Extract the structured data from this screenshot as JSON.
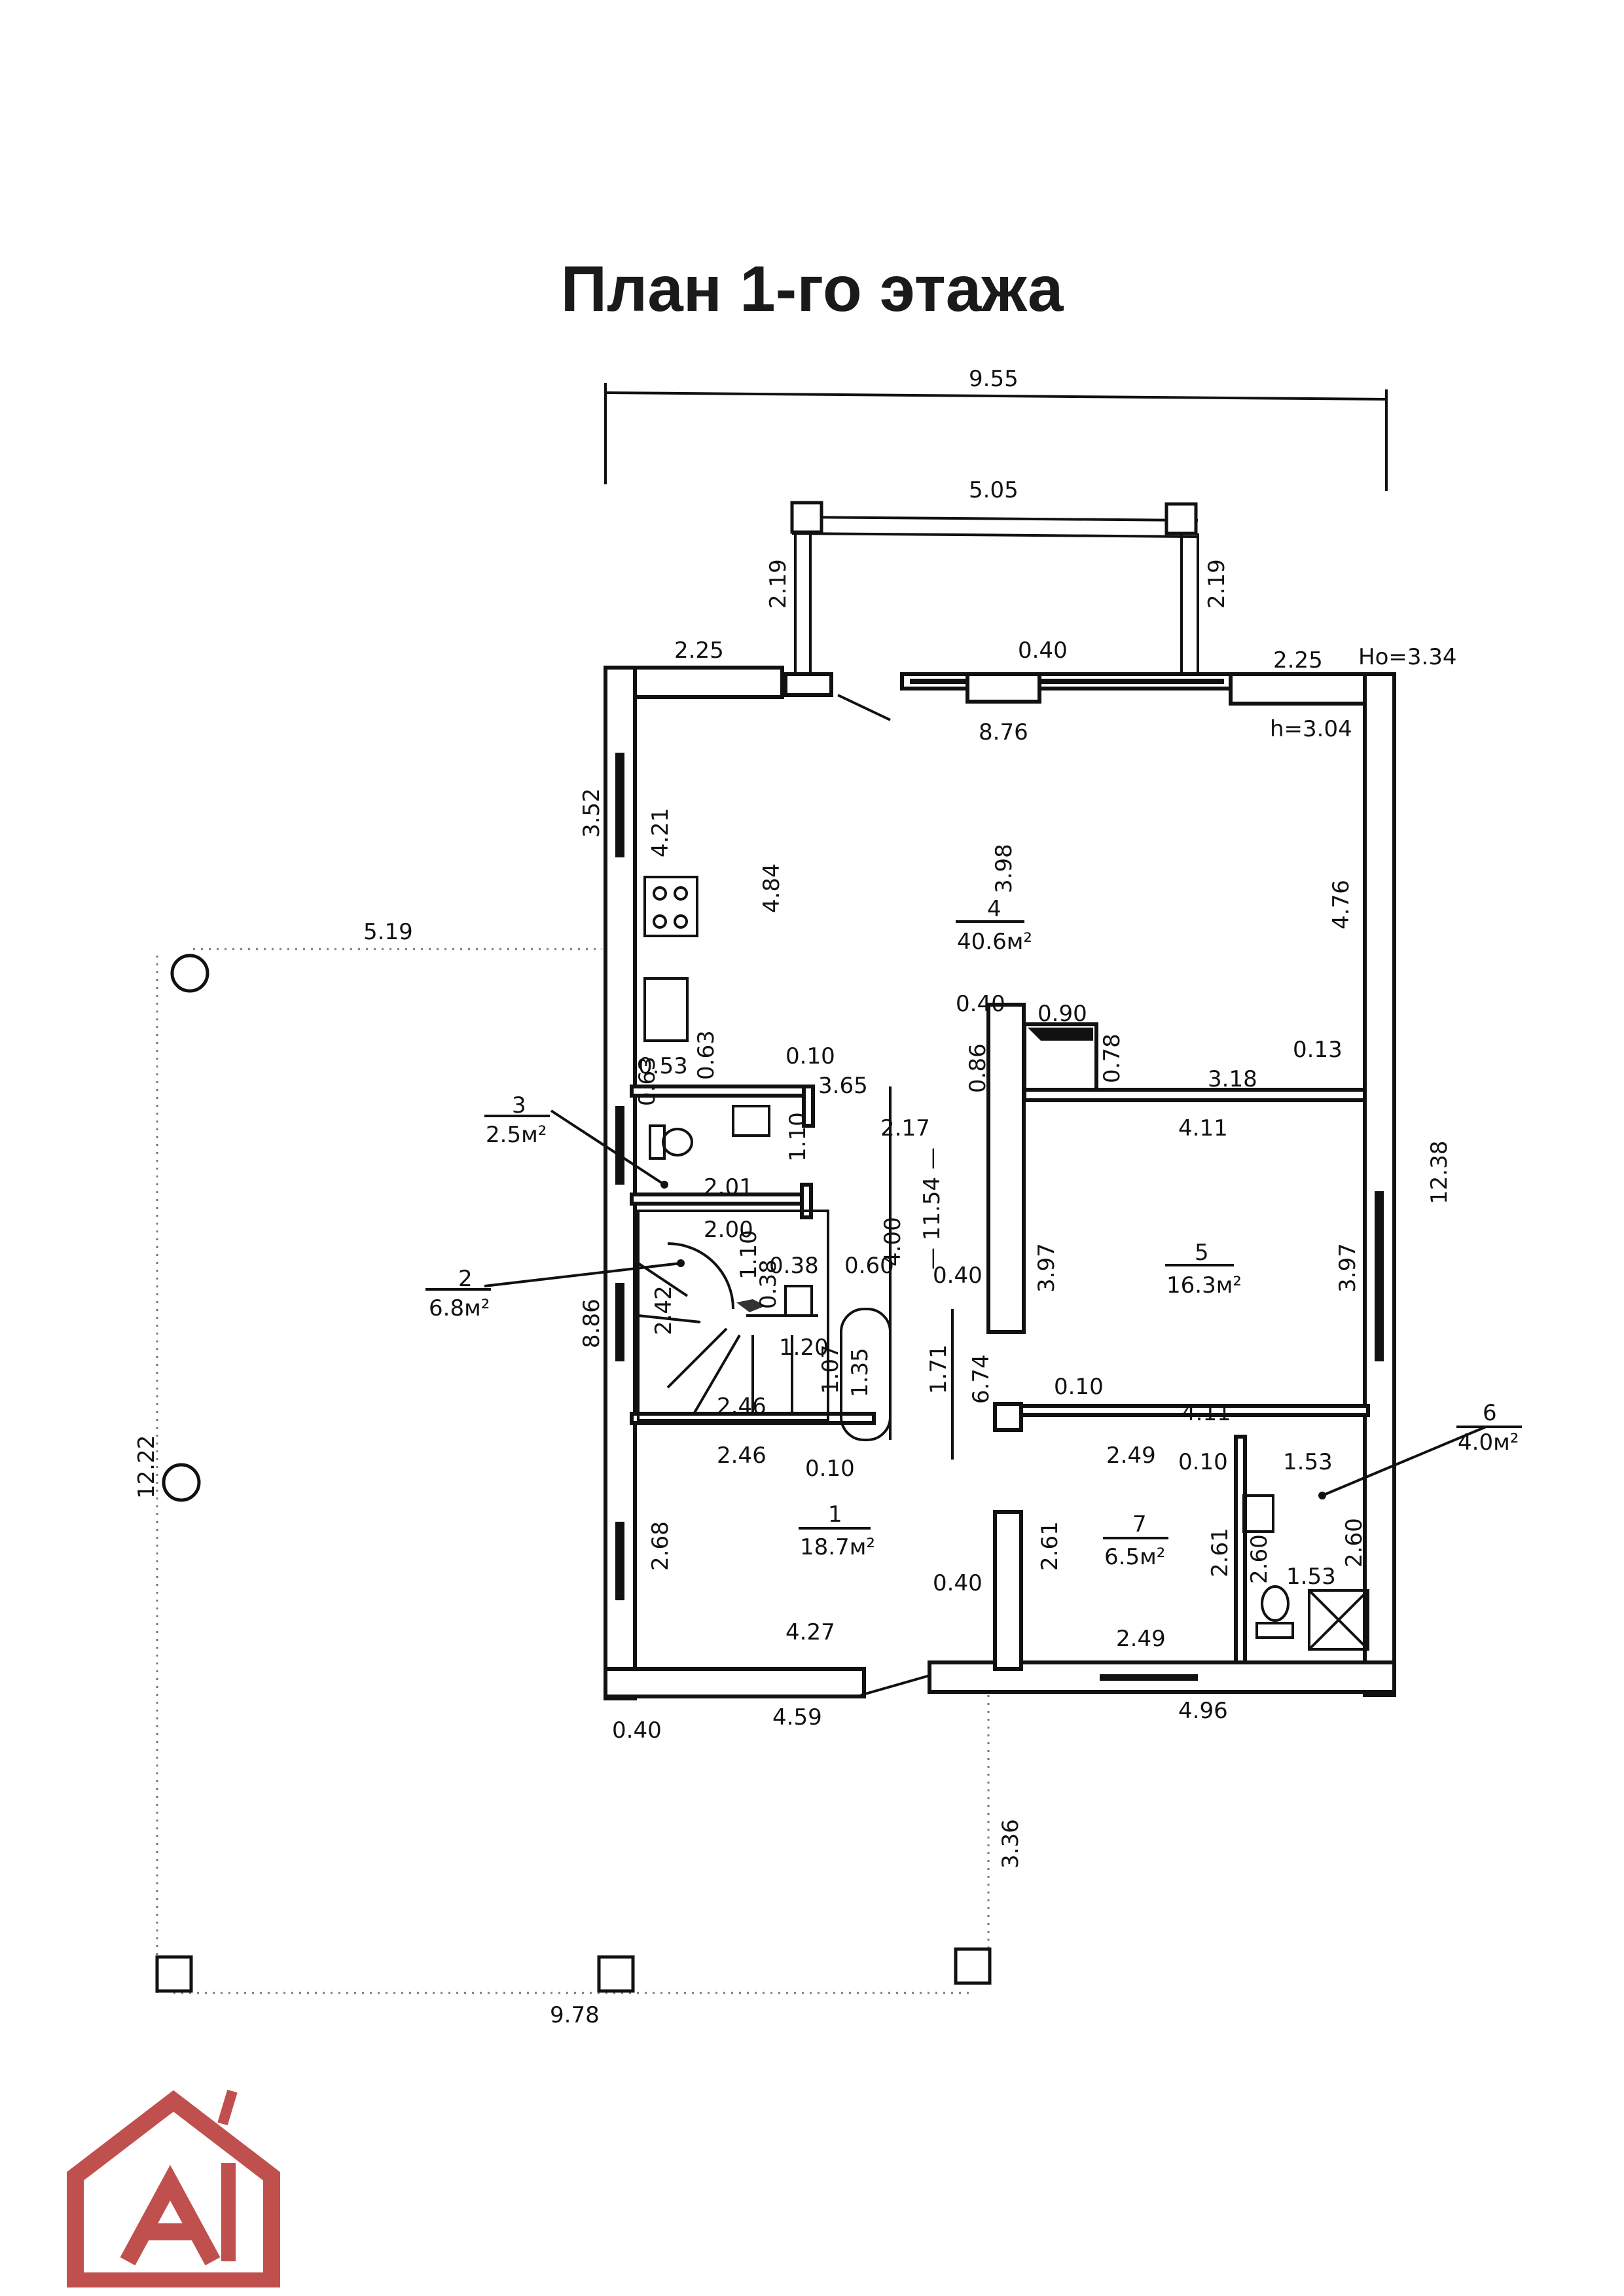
{
  "title": "План 1-го этажа",
  "dimensions": {
    "overall_width": "9.55",
    "porch_width": "5.05",
    "porch_depth_left": "2.19",
    "porch_depth_right": "2.19",
    "top_left_wall": "2.25",
    "top_right_wall": "2.25",
    "window_pier": "0.40",
    "top_inner": "8.76",
    "height_outer": "Hо=3.34",
    "height_inner": "h=3.04",
    "left_wall_upper": "3.52",
    "kitchen_left": "4.21",
    "kitchen_depth": "4.84",
    "living_width": "3.98",
    "right_upper": "4.76",
    "terrace_width": "5.19",
    "pier_040_a": "0.40",
    "pier_090": "0.90",
    "dim_086": "0.86",
    "dim_078": "0.78",
    "dim_010_a": "0.10",
    "dim_365": "3.65",
    "dim_053": "0.53",
    "dim_063_a": "0.63",
    "dim_063_b": "0.63",
    "dim_318": "3.18",
    "dim_013": "0.13",
    "dim_217": "2.17",
    "dim_1154": "— 11.54 —",
    "dim_400": "4.00",
    "dim_411_a": "4.11",
    "dim_110_a": "1.10",
    "dim_201": "2.01",
    "outer_right": "12.38",
    "dim_200": "2.00",
    "dim_110_b": "1.10",
    "dim_038_a": "0.38",
    "dim_060": "0.60",
    "dim_038_b": "0.38",
    "pier_040_b": "0.40",
    "dim_397_a": "3.97",
    "dim_397_b": "3.97",
    "dim_886": "8.86",
    "dim_242": "2.42",
    "dim_120": "1.20",
    "dim_107": "1.07",
    "dim_135": "1.35",
    "dim_171": "1.71",
    "dim_674": "6.74",
    "dim_010_b": "0.10",
    "dim_411_b": "4.11",
    "dim_1222": "12.22",
    "dim_246_a": "2.46",
    "dim_246_b": "2.46",
    "dim_010_c": "0.10",
    "dim_249_a": "2.49",
    "dim_010_d": "0.10",
    "dim_153_a": "1.53",
    "dim_268": "2.68",
    "dim_261_a": "2.61",
    "dim_261_b": "2.61",
    "dim_260_a": "2.60",
    "dim_260_b": "2.60",
    "pier_040_c": "0.40",
    "dim_153_b": "1.53",
    "dim_427": "4.27",
    "dim_249_b": "2.49",
    "pier_040_d": "0.40",
    "dim_459": "4.59",
    "dim_496": "4.96",
    "dim_336": "3.36",
    "dim_978": "9.78"
  },
  "rooms": [
    {
      "number": "1",
      "area": "18.7м²"
    },
    {
      "number": "2",
      "area": "6.8м²"
    },
    {
      "number": "3",
      "area": "2.5м²"
    },
    {
      "number": "4",
      "area": "40.6м²"
    },
    {
      "number": "5",
      "area": "16.3м²"
    },
    {
      "number": "6",
      "area": "4.0м²"
    },
    {
      "number": "7",
      "area": "6.5м²"
    }
  ],
  "colors": {
    "logo": "#c0504d",
    "lines": "#111111"
  },
  "icons": [
    "stove-icon",
    "sink-icon",
    "toilet-icon",
    "shower-icon",
    "bathtub-icon",
    "logo-house-icon"
  ]
}
